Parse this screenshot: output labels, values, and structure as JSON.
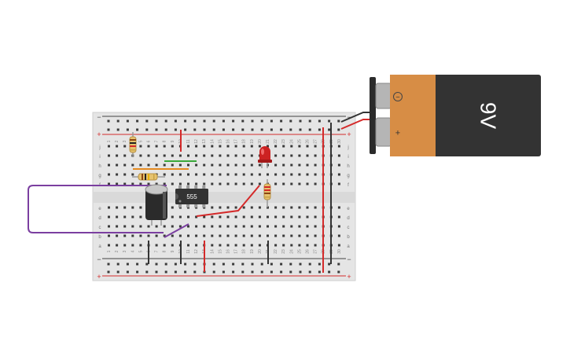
{
  "breadboard": {
    "rail_minus": "−",
    "rail_plus": "+",
    "row_letters_top": [
      "j",
      "i",
      "h",
      "g",
      "f"
    ],
    "row_letters_bottom": [
      "e",
      "d",
      "c",
      "b",
      "a"
    ],
    "column_count": 30
  },
  "battery": {
    "label": "9V",
    "minus_symbol": "−",
    "plus_symbol": "+",
    "body_color": "#333333",
    "cap_color": "#d78d45"
  },
  "chip": {
    "label": "555"
  },
  "led": {
    "color": "#cc2222"
  },
  "colors": {
    "wire_red": "#d42a2a",
    "wire_black": "#333333",
    "wire_purple": "#7b3fa0",
    "wire_green": "#3aa83a",
    "wire_orange": "#e58a1f"
  }
}
